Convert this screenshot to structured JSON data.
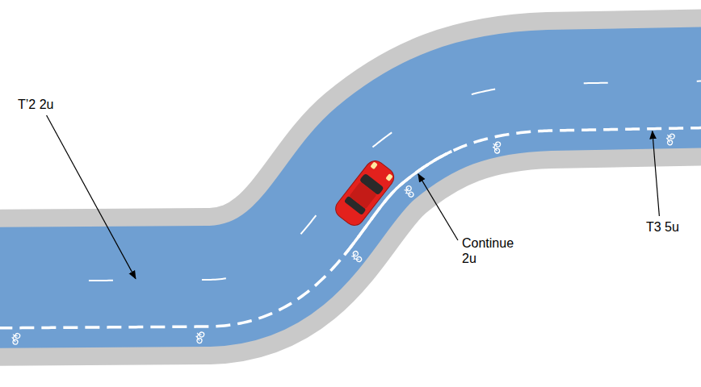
{
  "diagram": {
    "labels": [
      "T’2 2u",
      "Continue 2u",
      "T3 5u"
    ]
  }
}
